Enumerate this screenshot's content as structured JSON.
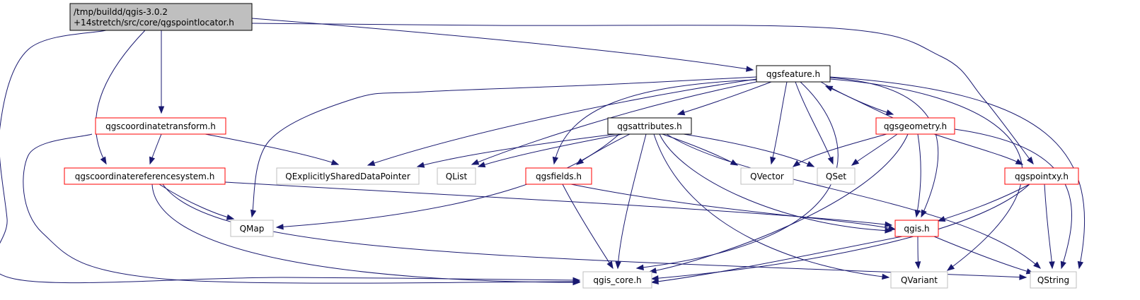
{
  "colors": {
    "edge": "#191970",
    "root_fill": "#bfbfbf",
    "root_stroke": "#000000",
    "documented_stroke": "#000000",
    "truncated_stroke": "#ff0000",
    "external_stroke": "#bfbfbf",
    "node_fill": "#ffffff"
  },
  "nodes": [
    {
      "id": "root",
      "kind": "root",
      "lines": [
        "/tmp/buildd/qgis-3.0.2",
        "+14stretch/src/core/qgspointlocator.h"
      ]
    },
    {
      "id": "qgsfeature",
      "kind": "documented",
      "lines": [
        "qgsfeature.h"
      ]
    },
    {
      "id": "qgscoordinatetransform",
      "kind": "truncated",
      "lines": [
        "qgscoordinatetransform.h"
      ]
    },
    {
      "id": "qgsattributes",
      "kind": "documented",
      "lines": [
        "qgsattributes.h"
      ]
    },
    {
      "id": "qgsgeometry",
      "kind": "truncated",
      "lines": [
        "qgsgeometry.h"
      ]
    },
    {
      "id": "qgscoordinatereferencesystem",
      "kind": "truncated",
      "lines": [
        "qgscoordinatereferencesystem.h"
      ]
    },
    {
      "id": "qexplicitly",
      "kind": "external",
      "lines": [
        "QExplicitlySharedDataPointer"
      ]
    },
    {
      "id": "qlist",
      "kind": "external",
      "lines": [
        "QList"
      ]
    },
    {
      "id": "qgsfields",
      "kind": "truncated",
      "lines": [
        "qgsfields.h"
      ]
    },
    {
      "id": "qvector",
      "kind": "external",
      "lines": [
        "QVector"
      ]
    },
    {
      "id": "qset",
      "kind": "external",
      "lines": [
        "QSet"
      ]
    },
    {
      "id": "qgspointxy",
      "kind": "truncated",
      "lines": [
        "qgspointxy.h"
      ]
    },
    {
      "id": "qmap",
      "kind": "external",
      "lines": [
        "QMap"
      ]
    },
    {
      "id": "qgis",
      "kind": "truncated",
      "lines": [
        "qgis.h"
      ]
    },
    {
      "id": "qgiscore",
      "kind": "external",
      "lines": [
        "qgis_core.h"
      ]
    },
    {
      "id": "qvariant",
      "kind": "external",
      "lines": [
        "QVariant"
      ]
    },
    {
      "id": "qstring",
      "kind": "external",
      "lines": [
        "QString"
      ]
    }
  ],
  "edges": [
    {
      "from": "root",
      "to": "qgsfeature"
    },
    {
      "from": "root",
      "to": "qgscoordinatetransform"
    },
    {
      "from": "root",
      "to": "qgscoordinatereferencesystem"
    },
    {
      "from": "root",
      "to": "qgiscore"
    },
    {
      "from": "root",
      "to": "qgspointxy"
    },
    {
      "from": "qgsfeature",
      "to": "qgsattributes"
    },
    {
      "from": "qgsfeature",
      "to": "qgsgeometry"
    },
    {
      "from": "qgsfeature",
      "to": "qexplicitly"
    },
    {
      "from": "qgsfeature",
      "to": "qlist"
    },
    {
      "from": "qgsfeature",
      "to": "qmap"
    },
    {
      "from": "qgsfeature",
      "to": "qgsfields"
    },
    {
      "from": "qgsfeature",
      "to": "qvector"
    },
    {
      "from": "qgsfeature",
      "to": "qset"
    },
    {
      "from": "qgsfeature",
      "to": "qgis"
    },
    {
      "from": "qgsfeature",
      "to": "qgiscore"
    },
    {
      "from": "qgsfeature",
      "to": "qvariant"
    },
    {
      "from": "qgsfeature",
      "to": "qstring"
    },
    {
      "from": "qgscoordinatetransform",
      "to": "qgscoordinatereferencesystem"
    },
    {
      "from": "qgscoordinatetransform",
      "to": "qexplicitly"
    },
    {
      "from": "qgscoordinatetransform",
      "to": "qgiscore"
    },
    {
      "from": "qgsattributes",
      "to": "qexplicitly"
    },
    {
      "from": "qgsattributes",
      "to": "qlist"
    },
    {
      "from": "qgsattributes",
      "to": "qgsfields"
    },
    {
      "from": "qgsattributes",
      "to": "qmap"
    },
    {
      "from": "qgsattributes",
      "to": "qvector"
    },
    {
      "from": "qgsattributes",
      "to": "qset"
    },
    {
      "from": "qgsattributes",
      "to": "qgis"
    },
    {
      "from": "qgsattributes",
      "to": "qgiscore"
    },
    {
      "from": "qgsattributes",
      "to": "qvariant"
    },
    {
      "from": "qgsattributes",
      "to": "qstring"
    },
    {
      "from": "qgsgeometry",
      "to": "qgsfeature"
    },
    {
      "from": "qgsgeometry",
      "to": "qvector"
    },
    {
      "from": "qgsgeometry",
      "to": "qset"
    },
    {
      "from": "qgsgeometry",
      "to": "qgspointxy"
    },
    {
      "from": "qgsgeometry",
      "to": "qgis"
    },
    {
      "from": "qgsgeometry",
      "to": "qgiscore"
    },
    {
      "from": "qgsgeometry",
      "to": "qstring"
    },
    {
      "from": "qgscoordinatereferencesystem",
      "to": "qmap"
    },
    {
      "from": "qgscoordinatereferencesystem",
      "to": "qgis"
    },
    {
      "from": "qgscoordinatereferencesystem",
      "to": "qgiscore"
    },
    {
      "from": "qgscoordinatereferencesystem",
      "to": "qstring"
    },
    {
      "from": "qgsfields",
      "to": "qgis"
    },
    {
      "from": "qgsfields",
      "to": "qgiscore"
    },
    {
      "from": "qgspointxy",
      "to": "qgis"
    },
    {
      "from": "qgspointxy",
      "to": "qgiscore"
    },
    {
      "from": "qgspointxy",
      "to": "qstring"
    },
    {
      "from": "qgis",
      "to": "qgiscore"
    },
    {
      "from": "qgis",
      "to": "qvariant"
    },
    {
      "from": "qgis",
      "to": "qstring"
    }
  ]
}
